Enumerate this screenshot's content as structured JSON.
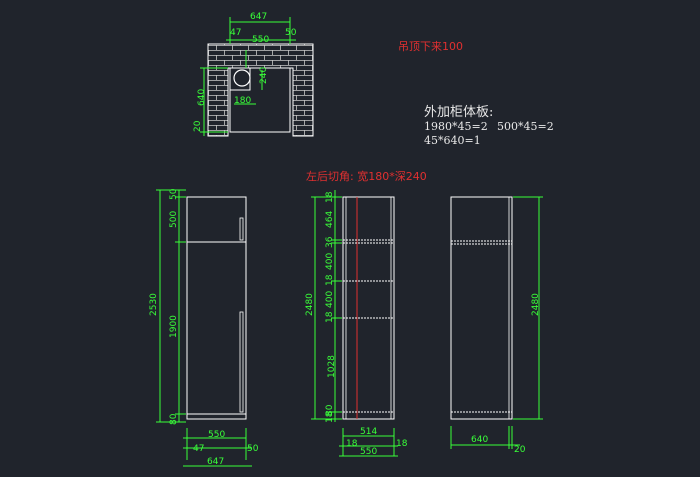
{
  "notes": {
    "ceiling": "吊顶下来100",
    "extra_title": "外加柜体板:",
    "extra_line1a": "1980*45=2",
    "extra_line1b": "500*45=2",
    "extra_line2": "45*640=1",
    "corner_cut": "左后切角: 宽180*深240"
  },
  "plan": {
    "overall": "647",
    "inner": "550",
    "left_wall": "47",
    "right_wall": "50",
    "depth": "640",
    "bottom": "20",
    "cut_w": "180",
    "cut_d": "240"
  },
  "front": {
    "h_total": "2530",
    "h_top_gap": "50",
    "h_upper": "500",
    "h_lower": "1900",
    "h_base": "80",
    "w_inner": "550",
    "w_left": "47",
    "w_right": "50",
    "w_total": "647"
  },
  "section": {
    "h_total": "2480",
    "seg": [
      "18",
      "464",
      "36",
      "400",
      "18",
      "400",
      "18",
      "1028",
      "80",
      "18"
    ],
    "w_inner": "514",
    "w_left": "18",
    "w_right": "18",
    "w_total": "550"
  },
  "side": {
    "h_total": "2480",
    "depth": "640",
    "back": "20"
  },
  "colors": {
    "background": "#20242c",
    "dimension": "#39ff39",
    "outline": "#ffffff",
    "note": "#e03030",
    "brick": "#c8c8c8"
  }
}
